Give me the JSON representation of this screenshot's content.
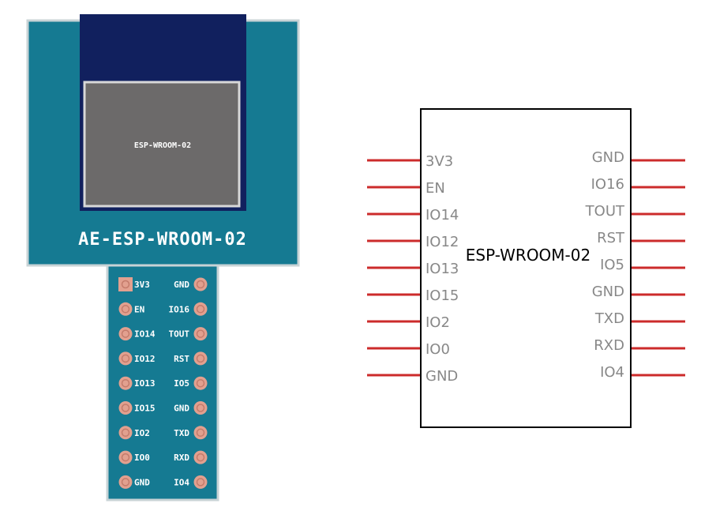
{
  "board": {
    "module_label": "ESP-WROOM-02",
    "board_label": "AE-ESP-WROOM-02",
    "left_pins": [
      "3V3",
      "EN",
      "IO14",
      "IO12",
      "IO13",
      "IO15",
      "IO2",
      "IO0",
      "GND"
    ],
    "right_pins": [
      "GND",
      "IO16",
      "TOUT",
      "RST",
      "IO5",
      "GND",
      "TXD",
      "RXD",
      "IO4"
    ]
  },
  "schematic": {
    "title": "ESP-WROOM-02",
    "left_pins": [
      "3V3",
      "EN",
      "IO14",
      "IO12",
      "IO13",
      "IO15",
      "IO2",
      "IO0",
      "GND"
    ],
    "right_pins": [
      "GND",
      "IO16",
      "TOUT",
      "RST",
      "IO5",
      "GND",
      "TXD",
      "RXD",
      "IO4"
    ]
  },
  "colors": {
    "board_teal": "#157a92",
    "board_edge": "#c8d3d6",
    "antenna_navy": "#11205e",
    "module_gray": "#6c6a6a",
    "pad_copper": "#e2a08f",
    "pin_red": "#cc2b2b"
  }
}
